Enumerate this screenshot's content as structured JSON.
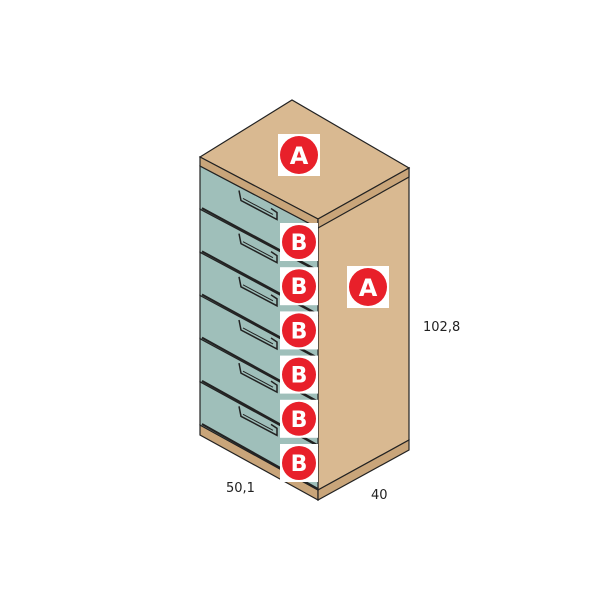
{
  "colors": {
    "wood": "#d9b991",
    "wood_dark": "#c9a57a",
    "drawer_front": "#9fbfba",
    "outline": "#222222",
    "marker": "#e8202a"
  },
  "markers": {
    "top": "A",
    "side": "A",
    "drawers": [
      "B",
      "B",
      "B",
      "B",
      "B",
      "B"
    ]
  },
  "dimensions": {
    "width": "50,1",
    "depth": "40",
    "height": "102,8"
  }
}
